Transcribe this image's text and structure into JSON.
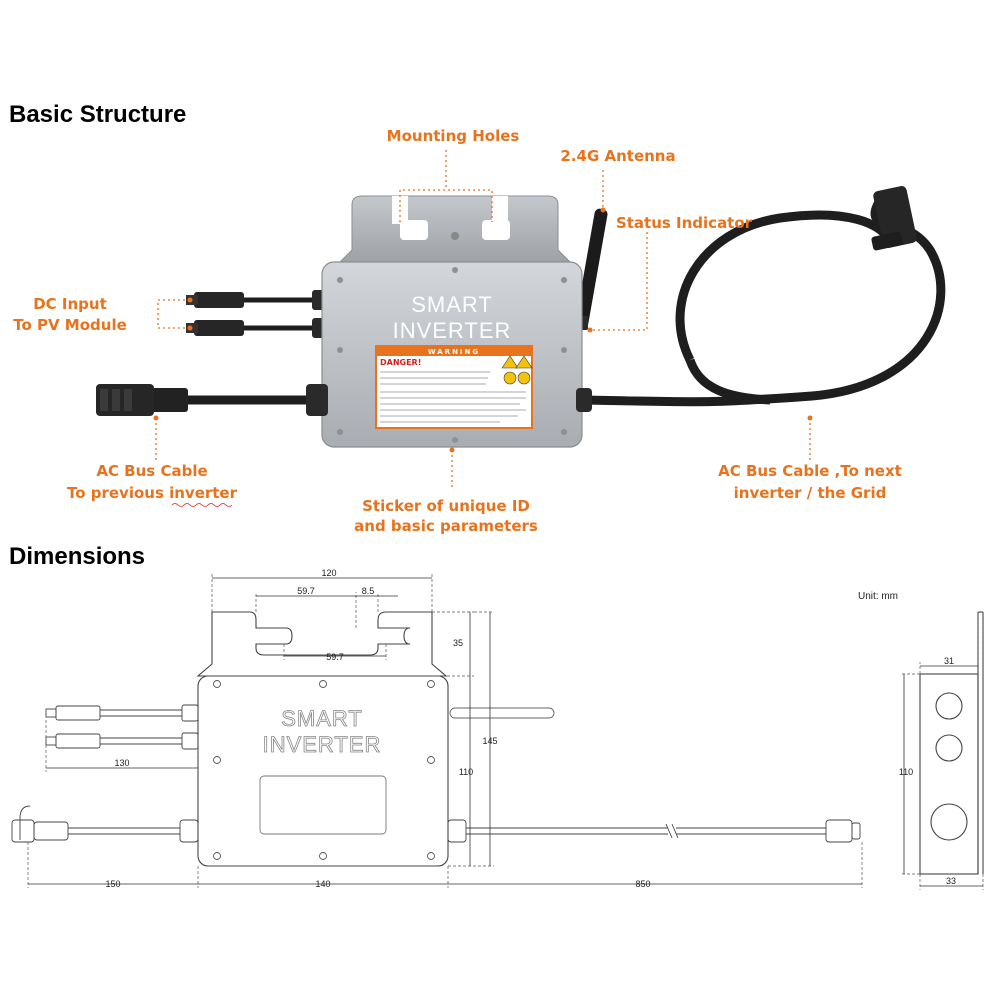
{
  "headings": {
    "basic_structure": "Basic Structure",
    "dimensions": "Dimensions"
  },
  "callouts": {
    "mounting_holes": "Mounting Holes",
    "antenna": "2.4G Antenna",
    "status_indicator": "Status Indicator",
    "dc_input_line1": "DC Input",
    "dc_input_line2": "To PV Module",
    "ac_prev_line1": "AC Bus Cable",
    "ac_prev_line2": "To previous inverter",
    "sticker_line1": "Sticker of unique ID",
    "sticker_line2": "and basic parameters",
    "ac_next_line1": "AC Bus Cable ,To next",
    "ac_next_line2": "inverter / the Grid"
  },
  "device": {
    "label_line1": "SMART",
    "label_line2": "INVERTER",
    "sticker_title": "DANGER!",
    "sticker_band": "WARNING"
  },
  "dimensions": {
    "unit": "Unit: mm",
    "top_width": "120",
    "hole_span_top": "59.7",
    "hole_width": "8.5",
    "hole_span_bottom": "59.7",
    "tab_height": "35",
    "total_height": "145",
    "body_height": "110",
    "dc_cable": "130",
    "ac_left": "150",
    "body_width": "140",
    "ac_right": "850",
    "side_top": "31",
    "side_height": "110",
    "side_bottom": "33"
  },
  "colors": {
    "accent": "#e8731c",
    "body": "#bcbfc4",
    "cable": "#1e1e1e"
  }
}
